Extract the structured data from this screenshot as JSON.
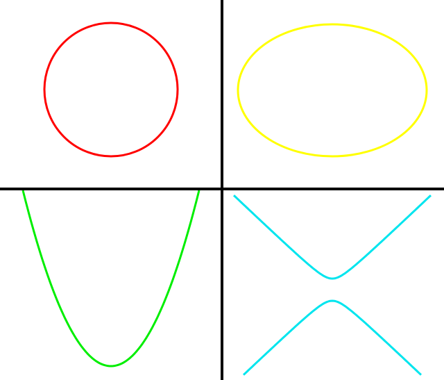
{
  "background": "#ffffff",
  "divider_color": "#000000",
  "panels": [
    {
      "id": "circle",
      "quadrant": "top-left",
      "shape": "circle",
      "color": "#ff0000"
    },
    {
      "id": "ellipse",
      "quadrant": "top-right",
      "shape": "ellipse",
      "color": "#ffff00"
    },
    {
      "id": "parabola",
      "quadrant": "bottom-left",
      "shape": "parabola",
      "color": "#00ee00"
    },
    {
      "id": "hyperbola",
      "quadrant": "bottom-right",
      "shape": "hyperbola",
      "color": "#00e5ee"
    }
  ]
}
